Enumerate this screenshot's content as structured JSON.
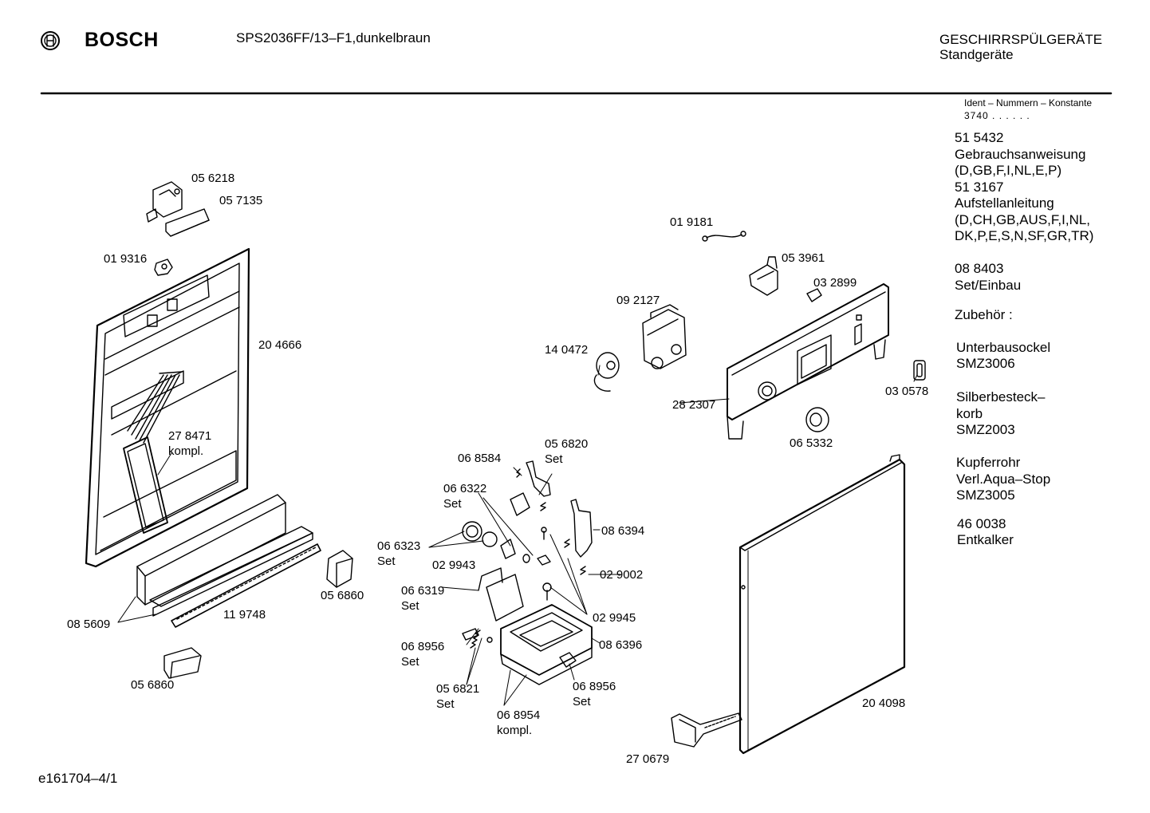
{
  "header": {
    "brand": "BOSCH",
    "model": "SPS2036FF/13–F1,dunkelbraun",
    "category_line1": "GESCHIRRSPÜLGERÄTE",
    "category_line2": "Standgeräte"
  },
  "ident": {
    "title": "Ident – Nummern – Konstante",
    "value": "3740 . . . . . ."
  },
  "sidebar": [
    "51 5432",
    "Gebrauchsanweisung",
    "(D,GB,F,I,NL,E,P)",
    "51 3167",
    "Aufstellanleitung",
    "(D,CH,GB,AUS,F,I,NL,",
    "DK,P,E,S,N,SF,GR,TR)",
    "08 8403",
    "Set/Einbau",
    "Zubehör :",
    "Unterbausockel",
    "SMZ3006",
    "Silberbesteck–",
    "korb",
    "SMZ2003",
    "Kupferrohr",
    "Verl.Aqua–Stop",
    "SMZ3005",
    "46 0038",
    "Entkalker"
  ],
  "parts": [
    {
      "id": "p-056218",
      "text": "05 6218"
    },
    {
      "id": "p-057135",
      "text": "05 7135"
    },
    {
      "id": "p-019316",
      "text": "01 9316"
    },
    {
      "id": "p-204666",
      "text": "20 4666"
    },
    {
      "id": "p-278471",
      "text": "27 8471"
    },
    {
      "id": "p-278471b",
      "text": "kompl."
    },
    {
      "id": "p-085609",
      "text": "08 5609"
    },
    {
      "id": "p-119748",
      "text": "11 9748"
    },
    {
      "id": "p-056860a",
      "text": "05 6860"
    },
    {
      "id": "p-056860b",
      "text": "05 6860"
    },
    {
      "id": "p-019181",
      "text": "01 9181"
    },
    {
      "id": "p-053961",
      "text": "05 3961"
    },
    {
      "id": "p-032899",
      "text": "03 2899"
    },
    {
      "id": "p-092127",
      "text": "09 2127"
    },
    {
      "id": "p-140472",
      "text": "14 0472"
    },
    {
      "id": "p-282307",
      "text": "28 2307"
    },
    {
      "id": "p-030578",
      "text": "03 0578"
    },
    {
      "id": "p-065332",
      "text": "06 5332"
    },
    {
      "id": "p-068584",
      "text": "06 8584"
    },
    {
      "id": "p-056820",
      "text": "05 6820"
    },
    {
      "id": "p-056820b",
      "text": "Set"
    },
    {
      "id": "p-066322",
      "text": "06 6322"
    },
    {
      "id": "p-066322b",
      "text": "Set"
    },
    {
      "id": "p-066323",
      "text": "06 6323"
    },
    {
      "id": "p-066323b",
      "text": "Set"
    },
    {
      "id": "p-086394",
      "text": "08 6394"
    },
    {
      "id": "p-029943",
      "text": "02 9943"
    },
    {
      "id": "p-029002",
      "text": "02 9002"
    },
    {
      "id": "p-066319",
      "text": "06 6319"
    },
    {
      "id": "p-066319b",
      "text": "Set"
    },
    {
      "id": "p-029945",
      "text": "02 9945"
    },
    {
      "id": "p-068956a",
      "text": "06 8956"
    },
    {
      "id": "p-068956ab",
      "text": "Set"
    },
    {
      "id": "p-086396",
      "text": "08 6396"
    },
    {
      "id": "p-068956b",
      "text": "06 8956"
    },
    {
      "id": "p-068956bb",
      "text": "Set"
    },
    {
      "id": "p-056821",
      "text": "05 6821"
    },
    {
      "id": "p-056821b",
      "text": "Set"
    },
    {
      "id": "p-068954",
      "text": "06 8954"
    },
    {
      "id": "p-068954b",
      "text": "kompl."
    },
    {
      "id": "p-204098",
      "text": "20 4098"
    },
    {
      "id": "p-270679",
      "text": "27 0679"
    }
  ],
  "footer": {
    "code": "e161704–4/1"
  }
}
